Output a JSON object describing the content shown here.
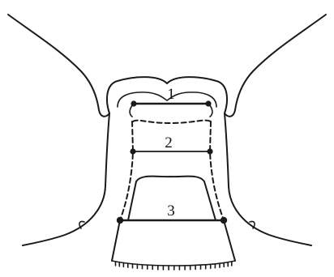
{
  "diagram": {
    "measurements": [
      {
        "id": "1",
        "label": "1"
      },
      {
        "id": "2",
        "label": "2"
      },
      {
        "id": "3",
        "label": "3"
      }
    ],
    "colors": {
      "stroke": "#1a1a1a",
      "background": "#ffffff"
    }
  }
}
